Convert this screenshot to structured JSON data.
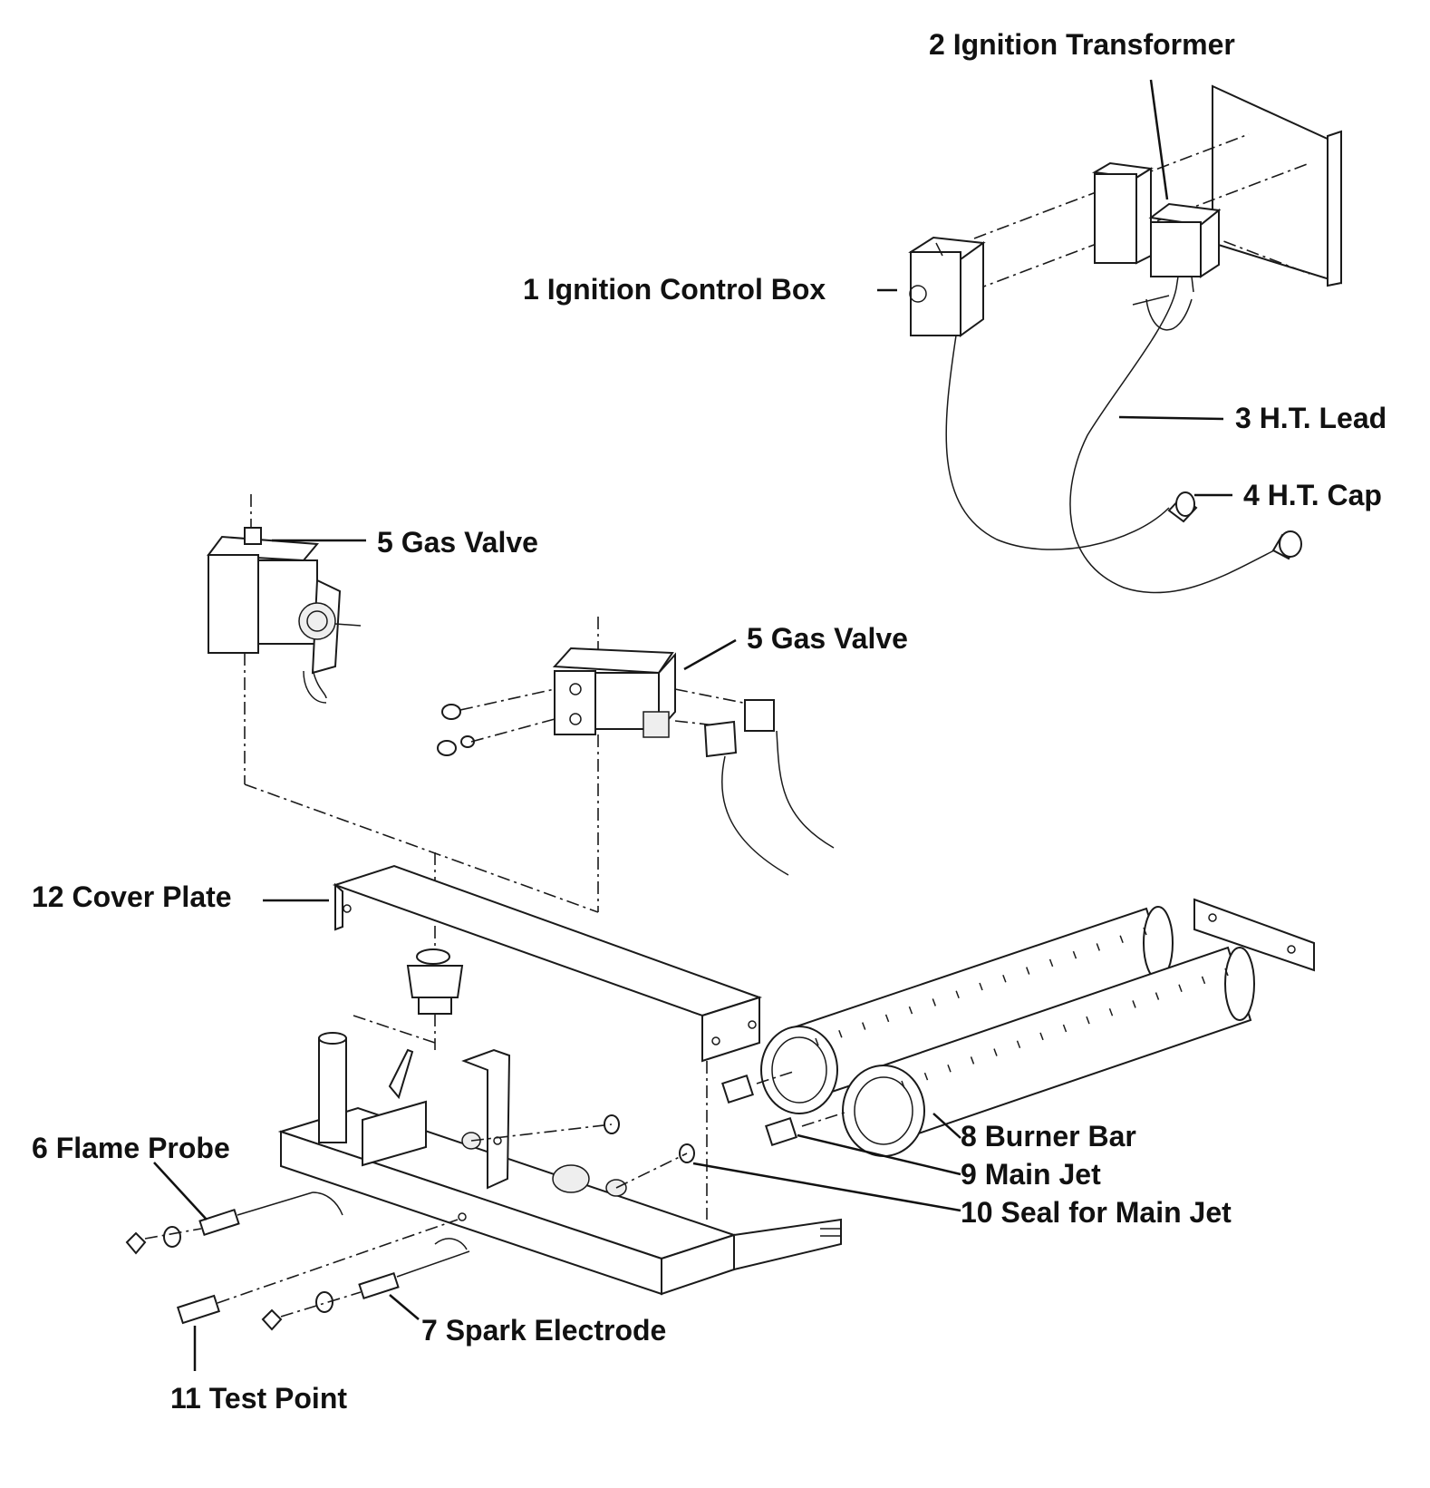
{
  "labels": {
    "ignition_transformer": "2  Ignition Transformer",
    "ignition_control_box": "1  Ignition Control Box",
    "ht_lead": "3  H.T. Lead",
    "ht_cap": "4  H.T. Cap",
    "gas_valve_a": "5  Gas Valve",
    "gas_valve_b": "5  Gas Valve",
    "cover_plate": "12  Cover Plate",
    "flame_probe": "6  Flame Probe",
    "burner_bar": "8  Burner Bar",
    "main_jet": "9  Main Jet",
    "seal_main_jet": "10  Seal for Main Jet",
    "spark_electrode": "7  Spark Electrode",
    "test_point": "11  Test Point"
  }
}
